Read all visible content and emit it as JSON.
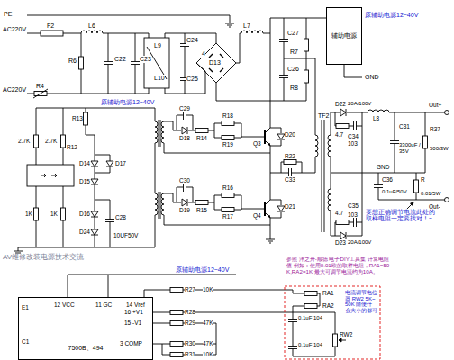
{
  "diagram": {
    "nodes": [
      {
        "text": [
          "辅助电源"
        ]
      },
      {
        "text": [
          "7500B、494"
        ]
      }
    ],
    "labels": [
      "PE",
      "AC220V",
      "AC220V",
      "F2",
      "L6",
      "R6",
      "C22",
      "C23",
      "L9",
      "L10",
      "C24",
      "C25",
      "4",
      "D13",
      "R4",
      "L7",
      "C27",
      "R7",
      "C26",
      "R8",
      "原辅助电源12~40V",
      "GND",
      "原辅助电源12~40V",
      "C29",
      "D18",
      "R14",
      "R18",
      "R19",
      "Q3",
      "D20",
      "R13",
      "R12",
      "2.7K",
      "2.7K",
      "D14",
      "D17",
      "D15",
      "D16",
      "D24",
      "C28",
      "10UF50V",
      "1K",
      "1K",
      "C30",
      "D19",
      "R15",
      "R16",
      "R17",
      "Q4",
      "D21",
      "R22",
      "C33",
      "TF2",
      "D22",
      "20A/100V",
      "L8",
      "4.7",
      "C34",
      "103",
      "C31",
      "3300uF /35V",
      "R37",
      "500/3W",
      "Out+",
      "Out-",
      "GND",
      "C36",
      "0.1uF/50V",
      "R",
      "0.01/5W",
      "D23",
      "20A/100V",
      "4.7",
      "C35",
      "103",
      "要想正确调节电流此处的取样电阻一定要找对！~",
      "原辅助电源12~40V",
      "12 VCC",
      "11 GC",
      "14 Vref",
      "R27",
      "10K",
      "16 +V1",
      "15 -V1",
      "R28",
      "R29",
      "47K",
      "3 COMP",
      "R30",
      "47K",
      "R31",
      "10K",
      "E1",
      "C1",
      "参照 洋之舟-顺德 电子DIY工具集 计算电阻值 例如：使用0.01欧的取样电阻，RA1=50K,RA2=1K 最大可调节电流约为10A。",
      "RA1",
      "RA2",
      "0.1uF 104",
      "RW2",
      "0.1uF 104",
      "电流调节电位器 RW2 5K~50K 随便什么大小的都可",
      "AV维修改装电源技术交流"
    ]
  }
}
